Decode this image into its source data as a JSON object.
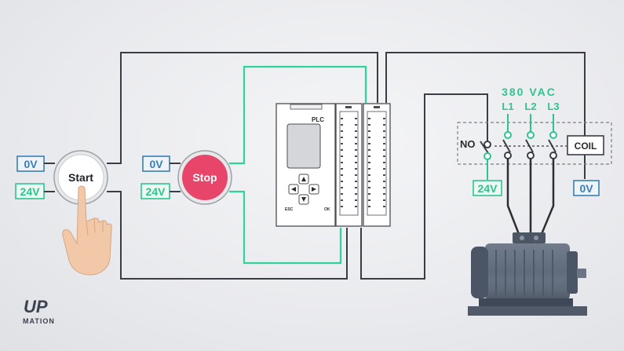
{
  "buttons": {
    "start": {
      "label": "Start",
      "v_low": "0V",
      "v_high": "24V"
    },
    "stop": {
      "label": "Stop",
      "v_low": "0V",
      "v_high": "24V"
    }
  },
  "plc": {
    "label": "PLC",
    "esc": "ESC",
    "ok": "OK"
  },
  "contactor": {
    "supply": "380 VAC",
    "phases": [
      "L1",
      "L2",
      "L3"
    ],
    "no_label": "NO",
    "coil_label": "COIL",
    "no_voltage": "24V",
    "coil_voltage": "0V"
  },
  "logo": {
    "main": "UP",
    "sub": "MATION"
  },
  "colors": {
    "wire_dark": "#3a3d45",
    "wire_green": "#2fd39b",
    "blue_box": "#3b7fb5",
    "green_box": "#2fc48f",
    "stop_red": "#e8456a"
  }
}
